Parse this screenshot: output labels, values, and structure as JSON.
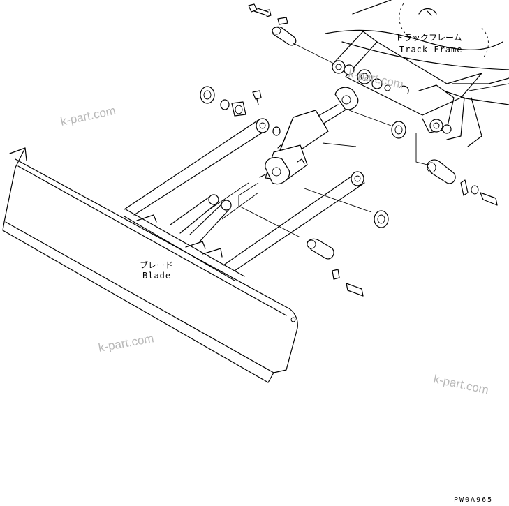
{
  "labels": {
    "track_frame_jp": "トラックフレーム",
    "track_frame_en": "Track Frame",
    "blade_jp": "ブレード",
    "blade_en": "Blade",
    "drawing_code": "PW0A965"
  },
  "watermarks": [
    "k-part.com",
    "k-part.com",
    "k-part.com",
    "k-part.com"
  ]
}
